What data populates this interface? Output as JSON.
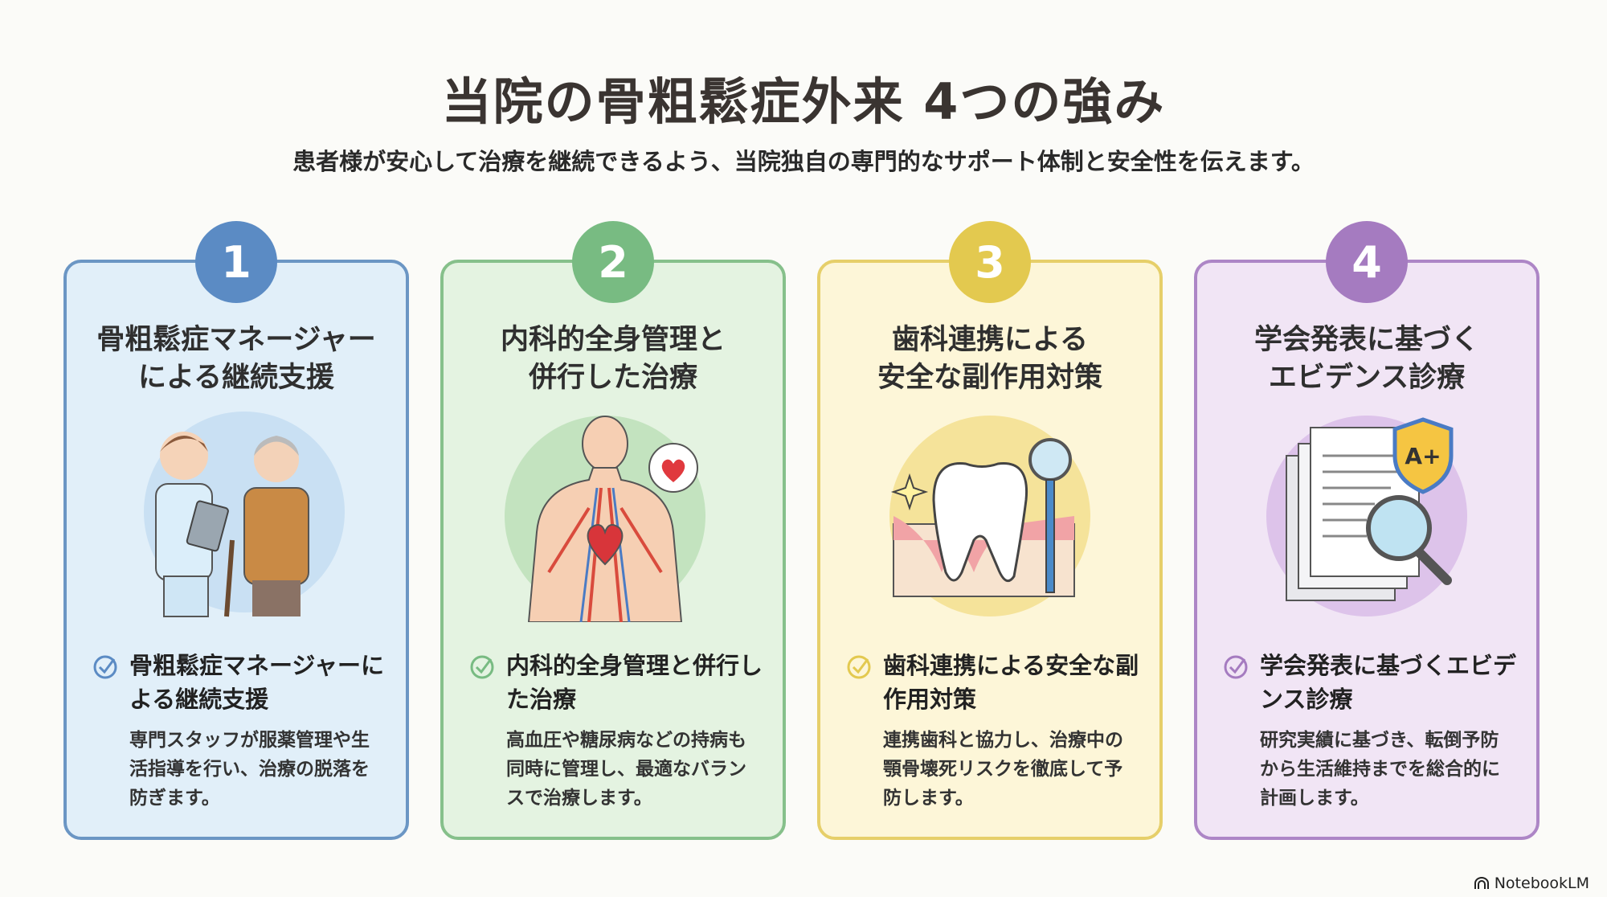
{
  "header": {
    "title": "当院の骨粗鬆症外来 4つの強み",
    "subtitle": "患者様が安心して治療を継続できるよう、当院独自の専門的なサポート体制と安全性を伝えます。"
  },
  "cards": [
    {
      "number": "1",
      "title_line1": "骨粗鬆症マネージャー",
      "title_line2": "による継続支援",
      "heading": "骨粗鬆症マネージャーによる継続支援",
      "description": "専門スタッフが服薬管理や生活指導を行い、治療の脱落を防ぎます。",
      "color": "#5b8bc4",
      "illustration": "nurse-and-elderly-patient"
    },
    {
      "number": "2",
      "title_line1": "内科的全身管理と",
      "title_line2": "併行した治療",
      "heading": "内科的全身管理と併行した治療",
      "description": "高血圧や糖尿病などの持病も同時に管理し、最適なバランスで治療します。",
      "color": "#78bb82",
      "illustration": "body-with-heart"
    },
    {
      "number": "3",
      "title_line1": "歯科連携による",
      "title_line2": "安全な副作用対策",
      "heading": "歯科連携による安全な副作用対策",
      "description": "連携歯科と協力し、治療中の顎骨壊死リスクを徹底して予防します。",
      "color": "#e3c94f",
      "illustration": "tooth-with-mirror"
    },
    {
      "number": "4",
      "title_line1": "学会発表に基づく",
      "title_line2": "エビデンス診療",
      "heading": "学会発表に基づくエビデンス診療",
      "description": "研究実績に基づき、転倒予防から生活維持までを総合的に計画します。",
      "color": "#a57bc0",
      "illustration": "documents-with-magnifier-and-shield",
      "shield_text": "A+"
    }
  ],
  "footer": {
    "brand": "NotebookLM"
  }
}
